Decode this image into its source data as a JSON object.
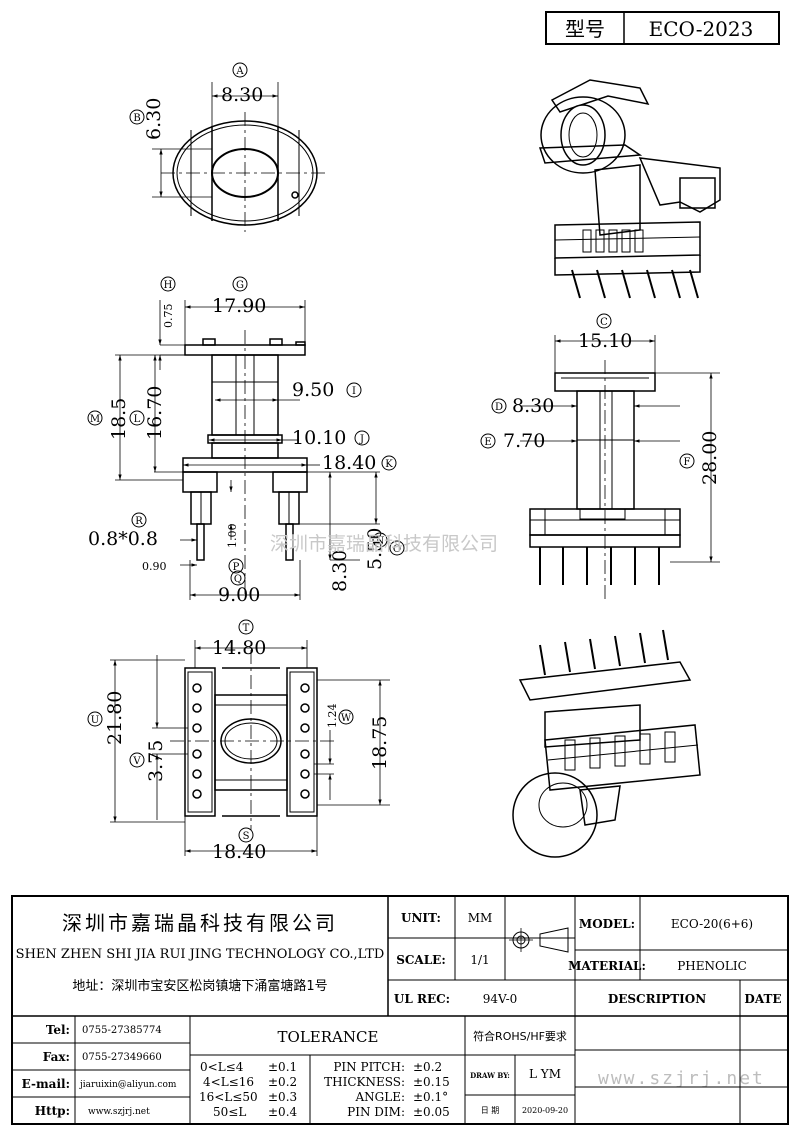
{
  "header": {
    "label": "型号",
    "value": "ECO-2023"
  },
  "views": {
    "top": {
      "A": {
        "mark": "A",
        "value": "8.30"
      },
      "B": {
        "mark": "B",
        "value": "6.30"
      }
    },
    "front": {
      "G": {
        "mark": "G",
        "value": "17.90"
      },
      "H": {
        "mark": "H",
        "value": "0.75"
      },
      "M": {
        "mark": "M",
        "value": "18.5"
      },
      "L": {
        "mark": "L",
        "value": "16.70"
      },
      "I": {
        "mark": "I",
        "value": "9.50"
      },
      "J": {
        "mark": "J",
        "value": "10.10"
      },
      "K": {
        "mark": "K",
        "value": "18.40"
      },
      "R": {
        "mark": "R",
        "value": "0.8*0.8"
      },
      "P": {
        "mark": "P",
        "value": "1.00"
      },
      "N": {
        "mark": "N",
        "value": "5.50"
      },
      "O": {
        "mark": "O",
        "value": "8.30"
      },
      "pin_offset": "0.90",
      "Q": {
        "mark": "Q",
        "value": "9.00"
      }
    },
    "side": {
      "C": {
        "mark": "C",
        "value": "15.10"
      },
      "D": {
        "mark": "D",
        "value": "8.30"
      },
      "E": {
        "mark": "E",
        "value": "7.70"
      },
      "F": {
        "mark": "F",
        "value": "28.00"
      }
    },
    "bottom": {
      "T": {
        "mark": "T",
        "value": "14.80"
      },
      "U": {
        "mark": "U",
        "value": "21.80"
      },
      "V": {
        "mark": "V",
        "value": "3.75"
      },
      "W": {
        "mark": "W",
        "value": "18.75"
      },
      "pitch_small": "1.24",
      "S": {
        "mark": "S",
        "value": "18.40"
      }
    }
  },
  "watermark": {
    "company": "深圳市嘉瑞晶科技有限公司",
    "site": "www.szjrj.net"
  },
  "title_block": {
    "company_cn": "深圳市嘉瑞晶科技有限公司",
    "company_en": "SHEN ZHEN SHI  JIA RUI JING  TECHNOLOGY CO.,LTD",
    "address": "地址：深圳市宝安区松岗镇塘下涌富塘路1号",
    "unit_label": "UNIT:",
    "unit_value": "MM",
    "scale_label": "SCALE:",
    "scale_value": "1/1",
    "ul_label": "UL REC:",
    "ul_value": "94V-0",
    "model_label": "MODEL:",
    "model_value": "ECO-20(6+6)",
    "material_label": "MATERIAL:",
    "material_value": "PHENOLIC",
    "description_label": "DESCRIPTION",
    "date_label": "DATE",
    "tel_label": "Tel:",
    "tel_value": "0755-27385774",
    "fax_label": "Fax:",
    "fax_value": "0755-27349660",
    "email_label": "E-mail:",
    "email_value": "jiaruixin@aliyun.com",
    "http_label": "Http:",
    "http_value": "www.szjrj.net",
    "tolerance_label": "TOLERANCE",
    "tolerances": [
      {
        "range": "0<L≤4",
        "tol": "±0.1"
      },
      {
        "range": "4<L≤16",
        "tol": "±0.2"
      },
      {
        "range": "16<L≤50",
        "tol": "±0.3"
      },
      {
        "range": "50≤L",
        "tol": "±0.4"
      }
    ],
    "other_tolerances": [
      {
        "name": "PIN PITCH:",
        "tol": "±0.2"
      },
      {
        "name": "THICKNESS:",
        "tol": "±0.15"
      },
      {
        "name": "ANGLE:",
        "tol": "±0.1°"
      },
      {
        "name": "PIN DIM:",
        "tol": "±0.05"
      }
    ],
    "rohs": "符合ROHS/HF要求",
    "draw_label": "DRAW BY:",
    "draw_value": "L YM",
    "date_cn_label": "日 期",
    "date_value": "2020-09-20"
  }
}
